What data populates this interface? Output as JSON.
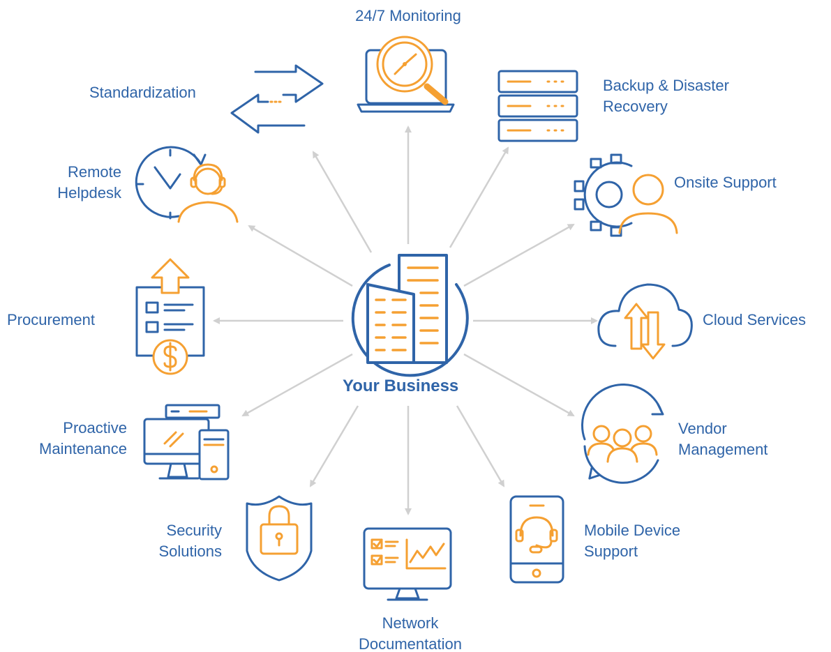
{
  "center": {
    "label": "Your Business"
  },
  "services": [
    {
      "id": "monitoring",
      "lines": [
        "24/7 Monitoring"
      ],
      "icon": "laptop-clock-magnifier-icon"
    },
    {
      "id": "backup",
      "lines": [
        "Backup & Disaster",
        "Recovery"
      ],
      "icon": "server-rack-icon"
    },
    {
      "id": "onsite",
      "lines": [
        "Onsite Support"
      ],
      "icon": "gear-person-icon"
    },
    {
      "id": "cloud",
      "lines": [
        "Cloud Services"
      ],
      "icon": "cloud-sync-icon"
    },
    {
      "id": "vendor",
      "lines": [
        "Vendor",
        "Management"
      ],
      "icon": "group-cycle-icon"
    },
    {
      "id": "mobile",
      "lines": [
        "Mobile Device",
        "Support"
      ],
      "icon": "phone-headset-icon"
    },
    {
      "id": "network",
      "lines": [
        "Network",
        "Documentation"
      ],
      "icon": "monitor-checklist-icon"
    },
    {
      "id": "security",
      "lines": [
        "Security",
        "Solutions"
      ],
      "icon": "shield-lock-icon"
    },
    {
      "id": "maintenance",
      "lines": [
        "Proactive",
        "Maintenance"
      ],
      "icon": "desktop-computer-icon"
    },
    {
      "id": "procurement",
      "lines": [
        "Procurement"
      ],
      "icon": "clipboard-dollar-icon"
    },
    {
      "id": "helpdesk",
      "lines": [
        "Remote",
        "Helpdesk"
      ],
      "icon": "clock-agent-icon"
    },
    {
      "id": "standardization",
      "lines": [
        "Standardization"
      ],
      "icon": "opposing-arrows-icon"
    }
  ],
  "colors": {
    "blue": "#2f64a8",
    "orange": "#f5a032",
    "arrow": "#d0d0d0",
    "label": "#2f64a8"
  }
}
